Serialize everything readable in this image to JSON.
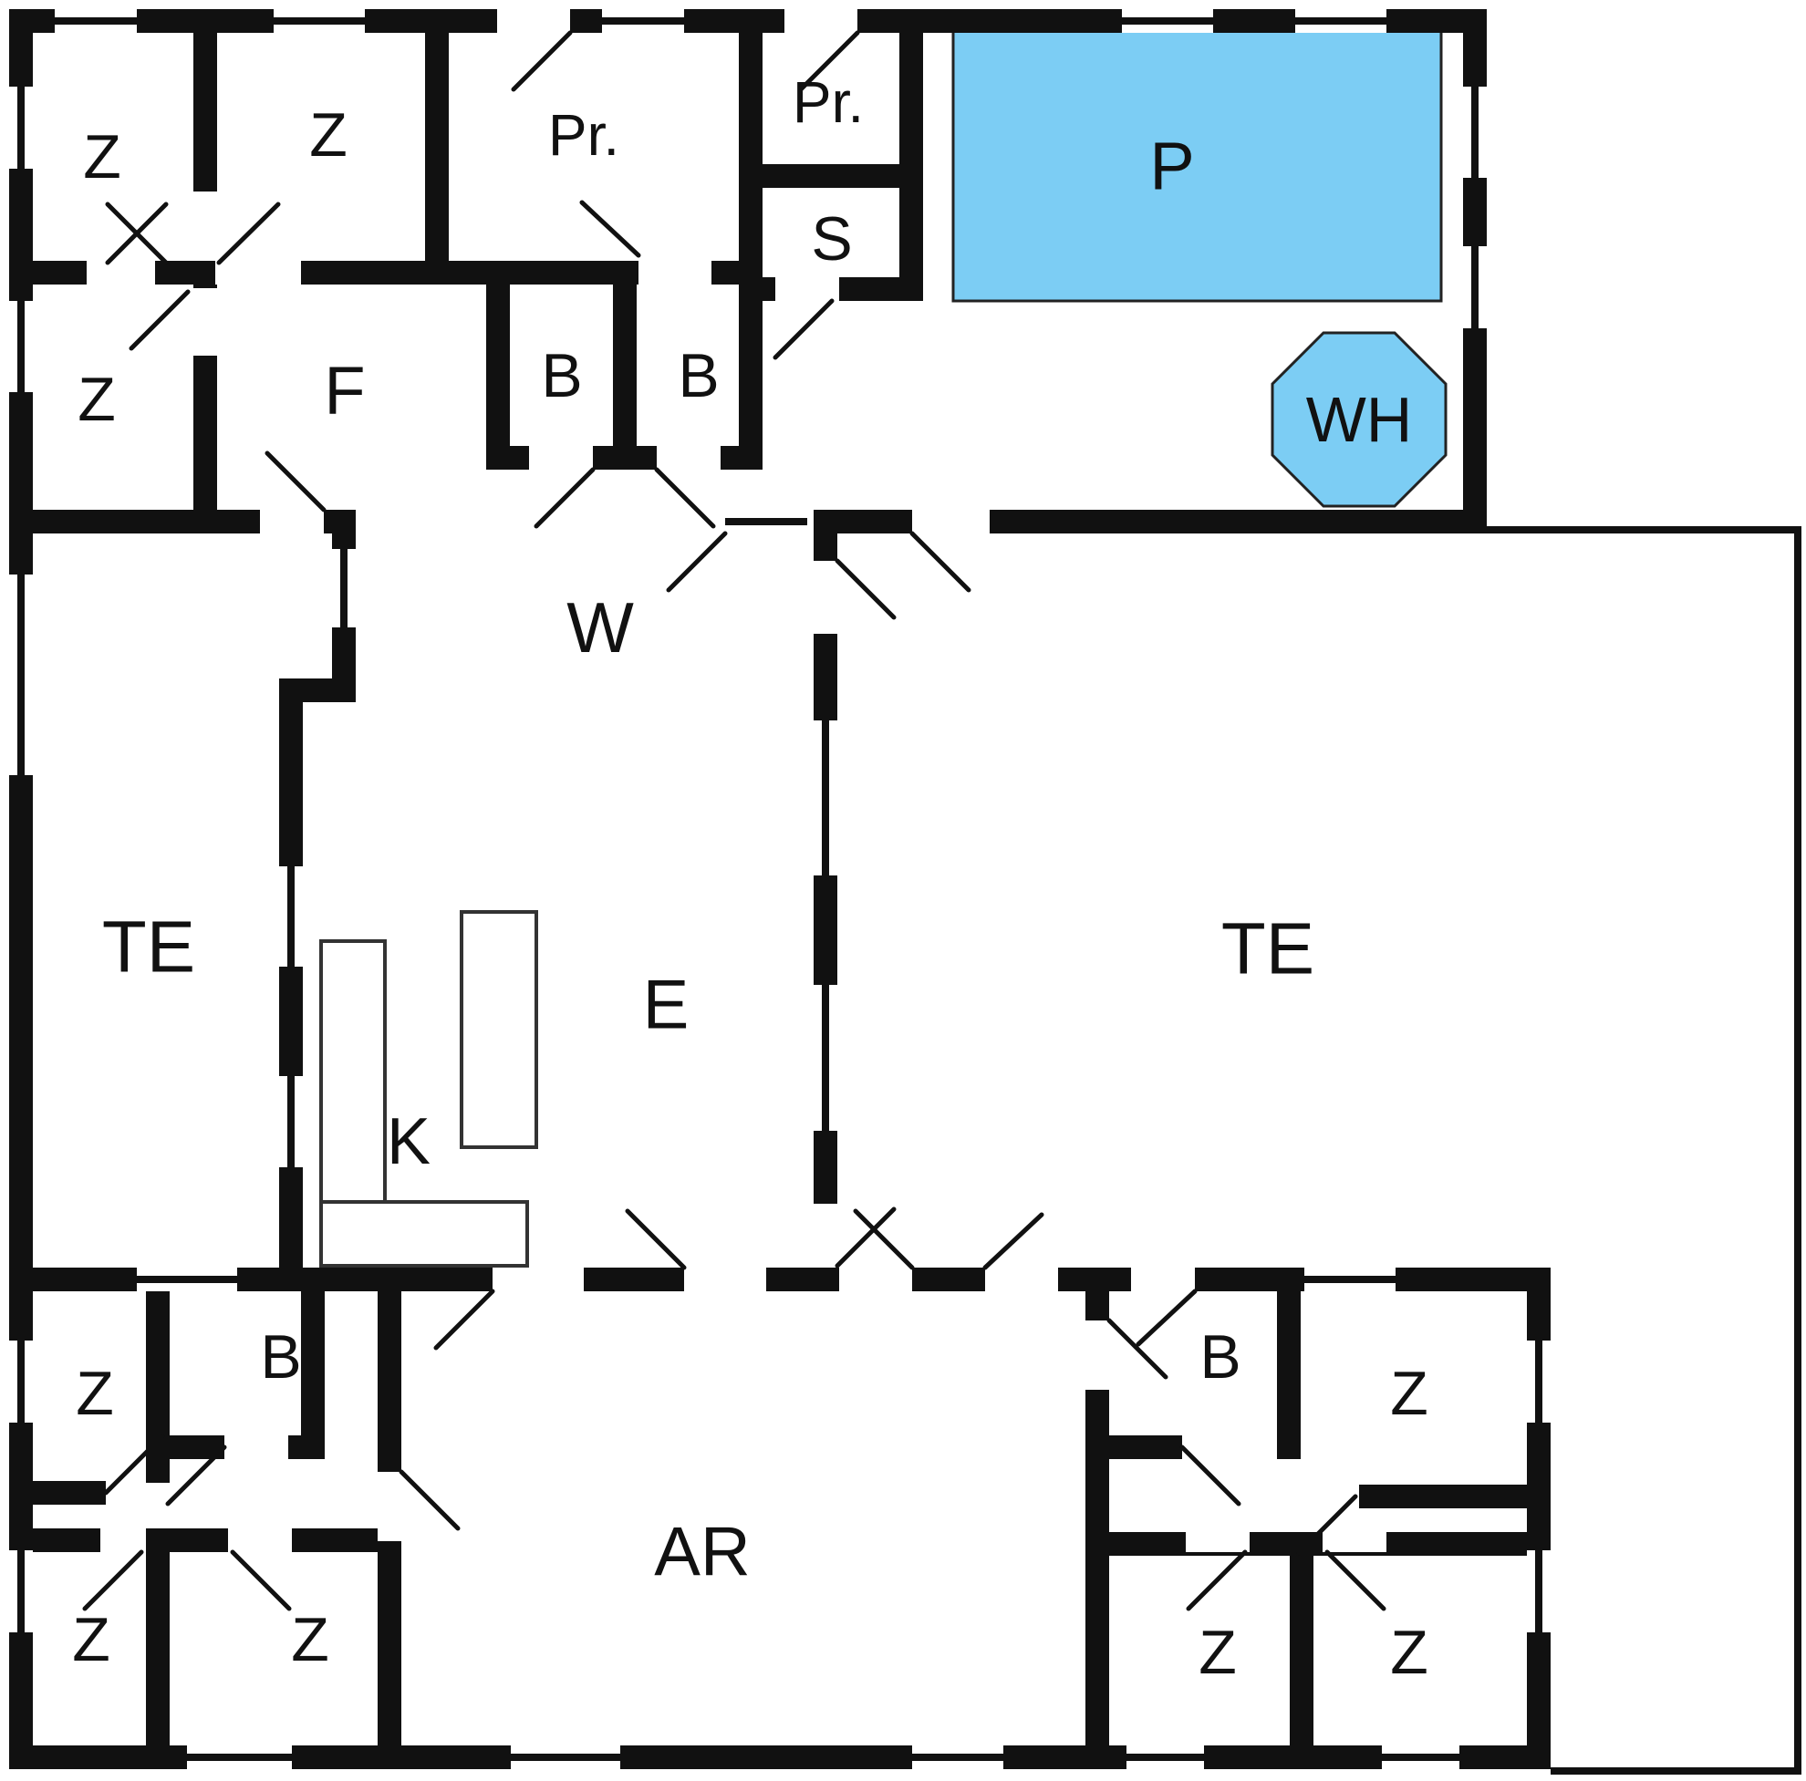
{
  "colors": {
    "pool": "#7ccdf4",
    "wall": "#111111",
    "background": "#ffffff"
  },
  "rooms": [
    {
      "label": "Z"
    },
    {
      "label": "Z"
    },
    {
      "label": "Pr."
    },
    {
      "label": "Pr."
    },
    {
      "label": "S"
    },
    {
      "label": "Z"
    },
    {
      "label": "F"
    },
    {
      "label": "B"
    },
    {
      "label": "B"
    },
    {
      "label": "P"
    },
    {
      "label": "WH"
    },
    {
      "label": "W"
    },
    {
      "label": "TE"
    },
    {
      "label": "TE"
    },
    {
      "label": "E"
    },
    {
      "label": "K"
    },
    {
      "label": "AR"
    },
    {
      "label": "Z"
    },
    {
      "label": "B"
    },
    {
      "label": "Z"
    },
    {
      "label": "Z"
    },
    {
      "label": "B"
    },
    {
      "label": "Z"
    },
    {
      "label": "Z"
    },
    {
      "label": "Z"
    }
  ]
}
